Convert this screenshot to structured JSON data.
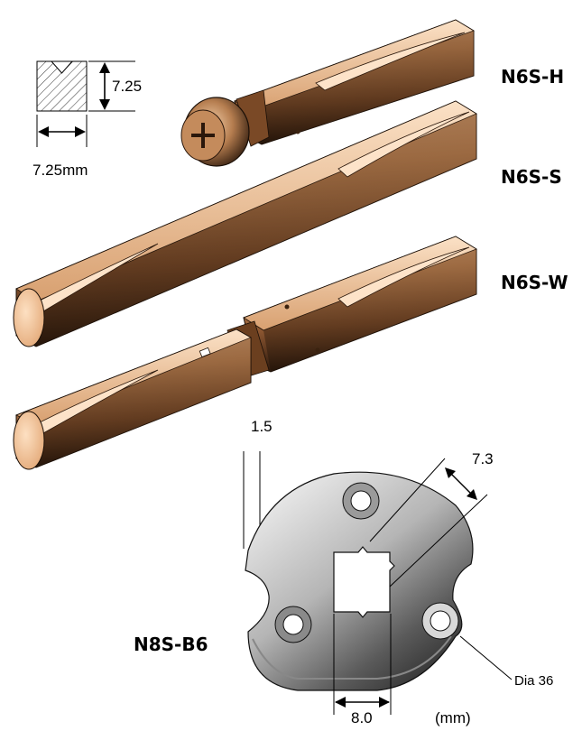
{
  "models": {
    "h": "N6S-H",
    "s": "N6S-S",
    "w": "N6S-W",
    "b6": "N8S-B6"
  },
  "dimensions": {
    "section_height": "7.25",
    "section_width": "7.25mm",
    "plate_thickness": "1.5",
    "hole_width": "7.3",
    "hole_span": "8.0",
    "diameter": "Dia 36",
    "units": "(mm)"
  },
  "colors": {
    "spindle_light": "#f6c7a0",
    "spindle_mid": "#c98a57",
    "spindle_dark": "#2a1a10",
    "plate_light": "#f0f0f0",
    "plate_dark": "#2b2b2b",
    "line": "#000000"
  }
}
